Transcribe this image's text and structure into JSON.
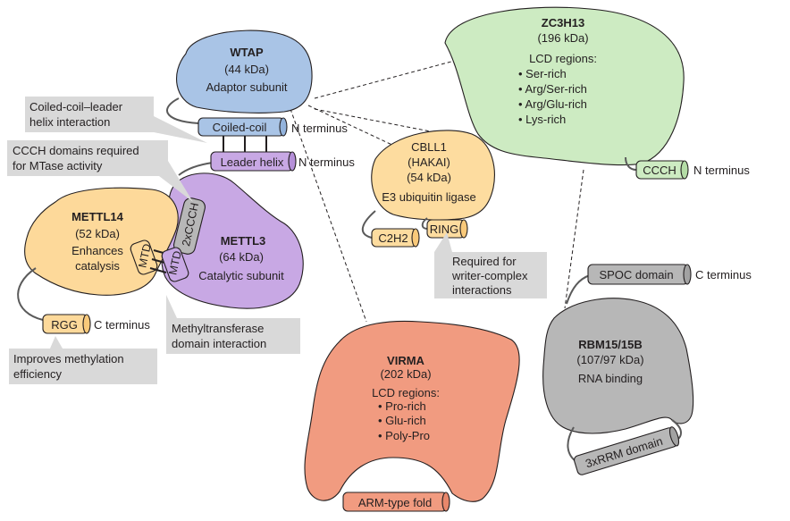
{
  "proteins": {
    "wtap": {
      "name": "WTAP",
      "mass": "(44 kDa)",
      "role": "Adaptor subunit",
      "domain1": "Coiled-coil",
      "domain2": "Leader helix",
      "terminus1": "N terminus",
      "terminus2": "N terminus"
    },
    "zc3h13": {
      "name": "ZC3H13",
      "mass": "(196 kDa)",
      "lcd": "LCD regions:",
      "regions": [
        "Ser-rich",
        "Arg/Ser-rich",
        "Arg/Glu-rich",
        "Lys-rich"
      ],
      "domain": "CCCH",
      "terminus": "N terminus"
    },
    "cbll1": {
      "name": "CBLL1",
      "alias": "(HAKAI)",
      "mass": "(54 kDa)",
      "role": "E3 ubiquitin ligase",
      "domain1": "C2H2",
      "domain2": "RING"
    },
    "mettl14": {
      "name": "METTL14",
      "mass": "(52 kDa)",
      "role_line1": "Enhances",
      "role_line2": "catalysis",
      "domain": "RGG",
      "terminus": "C terminus",
      "mtd": "MTD"
    },
    "mettl3": {
      "name": "METTL3",
      "mass": "(64 kDa)",
      "role": "Catalytic subunit",
      "domain": "2xCCCH",
      "mtd": "MTD"
    },
    "virma": {
      "name": "VIRMA",
      "mass": "(202 kDa)",
      "lcd": "LCD regions:",
      "regions": [
        "Pro-rich",
        "Glu-rich",
        "Poly-Pro"
      ],
      "domain": "ARM-type fold"
    },
    "rbm15": {
      "name": "RBM15/15B",
      "mass": "(107/97 kDa)",
      "role": "RNA binding",
      "domain1": "SPOC domain",
      "terminus": "C terminus",
      "domain2": "3xRRM domain"
    }
  },
  "annotations": {
    "coiled": [
      "Coiled-coil–leader",
      "helix interaction"
    ],
    "ccch": [
      "CCCH domains required",
      "for MTase activity"
    ],
    "writer": [
      "Required for",
      "writer-complex",
      "interactions"
    ],
    "mtase": [
      "Methyltransferase",
      "domain interaction"
    ],
    "rgg": [
      "Improves methylation",
      "efficiency"
    ]
  },
  "colors": {
    "wtap": "#a9c4e6",
    "zc3h13": "#cdebc2",
    "cbll1": "#fddc9f",
    "mettl14": "#fdd99a",
    "mettl3": "#c8a8e4",
    "virma": "#f19b80",
    "rbm15": "#b7b7b7",
    "annotation": "#d9d9d9"
  }
}
